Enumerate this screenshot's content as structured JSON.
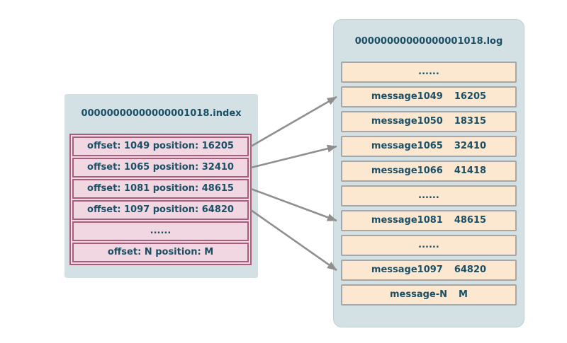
{
  "index_file": {
    "title": "00000000000000001018.index",
    "rows": [
      "offset: 1049 position: 16205",
      "offset: 1065 position: 32410",
      "offset: 1081 position: 48615",
      "offset: 1097 position: 64820",
      "......",
      "offset: N position: M"
    ]
  },
  "log_file": {
    "title": "00000000000000001018.log",
    "rows": [
      {
        "label": "......",
        "value": ""
      },
      {
        "label": "message1049",
        "value": "16205"
      },
      {
        "label": "message1050",
        "value": "18315"
      },
      {
        "label": "message1065",
        "value": "32410"
      },
      {
        "label": "message1066",
        "value": "41418"
      },
      {
        "label": "......",
        "value": ""
      },
      {
        "label": "message1081",
        "value": "48615"
      },
      {
        "label": "......",
        "value": ""
      },
      {
        "label": "message1097",
        "value": "64820"
      },
      {
        "label": "message-N",
        "value": "M"
      }
    ]
  },
  "arrows": [
    {
      "from_index_row": 0,
      "to_log_row": 1
    },
    {
      "from_index_row": 1,
      "to_log_row": 3
    },
    {
      "from_index_row": 2,
      "to_log_row": 6
    },
    {
      "from_index_row": 3,
      "to_log_row": 8
    }
  ],
  "colors": {
    "container_bg": "#d3e1e4",
    "index_row_bg": "#f0d7e1",
    "index_border": "#aa5c7c",
    "log_row_bg": "#fce8d1",
    "log_row_border": "#a7a7a7",
    "text": "#1a4f66",
    "arrow": "#8f8f8f"
  }
}
